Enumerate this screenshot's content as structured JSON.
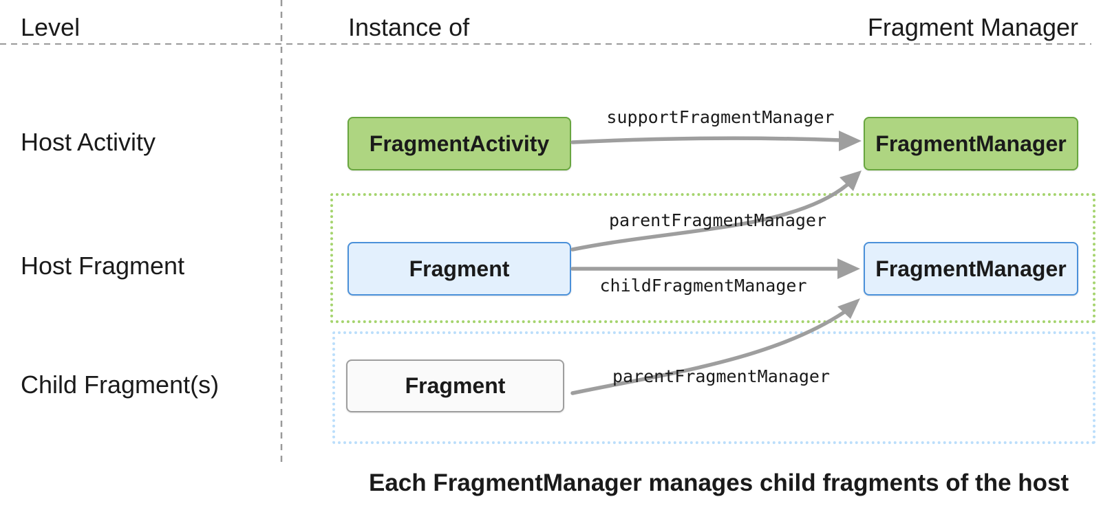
{
  "header": {
    "level": "Level",
    "instance_of": "Instance of",
    "fragment_manager": "Fragment Manager"
  },
  "rows": [
    {
      "level_label": "Host Activity",
      "instance_box": "FragmentActivity",
      "manager_box": "FragmentManager"
    },
    {
      "level_label": "Host Fragment",
      "instance_box": "Fragment",
      "manager_box": "FragmentManager"
    },
    {
      "level_label": "Child Fragment(s)",
      "instance_box": "Fragment"
    }
  ],
  "arrow_labels": {
    "support": "supportFragmentManager",
    "parent_mid": "parentFragmentManager",
    "child": "childFragmentManager",
    "parent_bottom": "parentFragmentManager"
  },
  "caption": "Each FragmentManager manages child fragments of the host",
  "colors": {
    "text": "#1a1a1a",
    "green_fill": "#aed581",
    "green_border": "#68a63f",
    "blue_fill": "#e3f0fd",
    "blue_border": "#4a90d9",
    "neutral_fill": "#fafafa",
    "neutral_border": "#9e9e9e",
    "green_dotted": "#a5d46e",
    "blue_dotted": "#bbdefb",
    "arrow": "#9e9e9e",
    "dashed_line": "#999999"
  }
}
